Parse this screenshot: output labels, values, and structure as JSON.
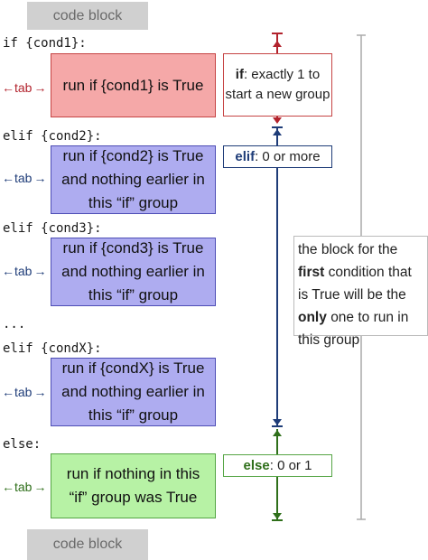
{
  "code_block_top": "code block",
  "code_block_bottom": "code block",
  "code_lines": {
    "if_line": "if {cond1}:",
    "elif2_line": "elif {cond2}:",
    "elif3_line": "elif {cond3}:",
    "ellipsis": "...",
    "elifx_line": "elif {condX}:",
    "else_line": "else:"
  },
  "tab_label": "tab",
  "blocks": {
    "if_body": "run if {cond1} is True",
    "elif2_body": "run if {cond2} is True\nand nothing earlier in\nthis “if” group",
    "elif3_body": "run if {cond3} is True\nand nothing earlier in\nthis “if” group",
    "elifx_body": "run if {condX} is True\nand nothing earlier in\nthis “if” group",
    "else_body": "run if nothing in this\n“if” group was True"
  },
  "labels": {
    "if_kw": "if",
    "if_rest": ": exactly 1 to start a new group",
    "elif_kw": "elif",
    "elif_rest": ": 0 or more",
    "else_kw": "else",
    "else_rest": ": 0 or 1"
  },
  "note": {
    "part1": "the block for the",
    "first": "first",
    "part2": "condition that is True will be the",
    "only": "only",
    "part3": "one to run in this group"
  },
  "colors": {
    "red_box": "#f5a8a8",
    "blue_box": "#aeacf0",
    "green_box": "#b7f2a5",
    "red_arrow": "#b2232d",
    "blue_arrow": "#1e3c78",
    "green_arrow": "#2f6f1a"
  }
}
